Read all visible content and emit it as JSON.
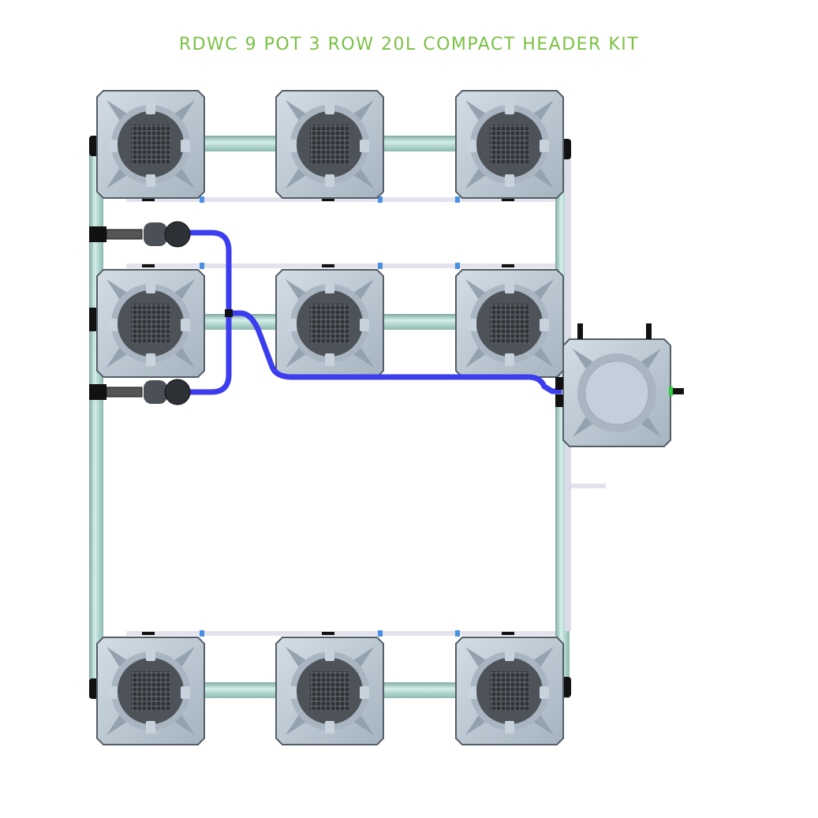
{
  "title": "RDWC 9 POT 3 ROW 20L COMPACT HEADER KIT",
  "colors": {
    "title": "#7ac143",
    "pot_body": "#b9c7d2",
    "pot_lid": "#4e5359",
    "pipe": "#a9d4cc",
    "hose": "#3d3df0",
    "feed_tube": "#e3e3ee",
    "connector": "#111111",
    "outlet": "#2ecc40"
  },
  "layout": {
    "pot_rows": 3,
    "pots_per_row": 3,
    "reservoir_count": 1,
    "pump_count": 2
  }
}
